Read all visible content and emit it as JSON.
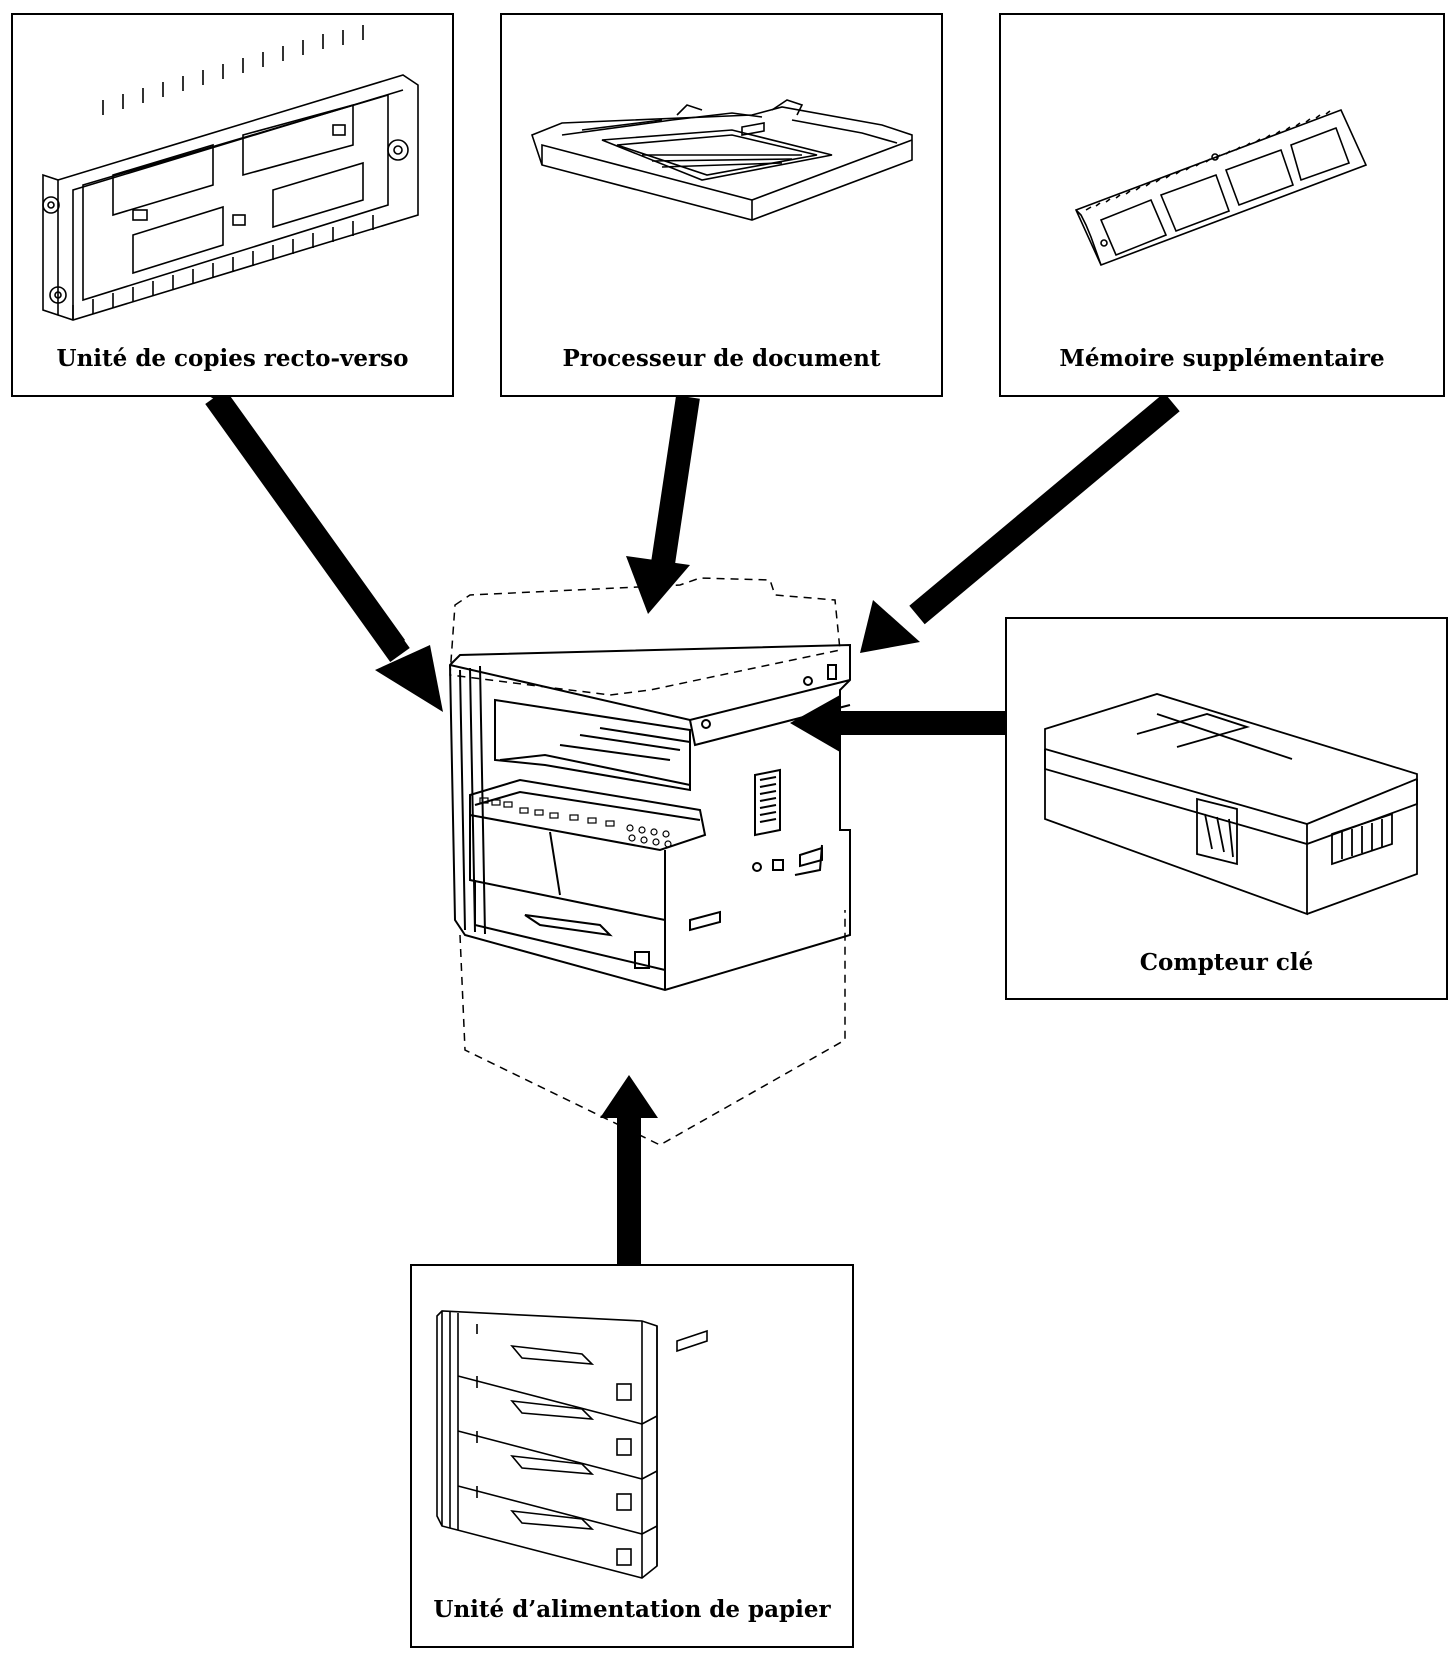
{
  "panels": {
    "duplex": {
      "caption": "Unité de copies recto-verso",
      "icon": "duplex-unit-icon"
    },
    "document_processor": {
      "caption": "Processeur de document",
      "icon": "document-processor-icon"
    },
    "memory": {
      "caption": "Mémoire supplémentaire",
      "icon": "memory-module-icon"
    },
    "key_counter": {
      "caption": "Compteur clé",
      "icon": "key-counter-icon"
    },
    "paper_feeder": {
      "caption": "Unité d’alimentation de papier",
      "icon": "paper-feeder-icon"
    }
  },
  "center": {
    "icon": "copier-icon"
  },
  "arrows": [
    "arrow-from-duplex",
    "arrow-from-document-processor",
    "arrow-from-memory",
    "arrow-from-key-counter",
    "arrow-from-paper-feeder"
  ],
  "colors": {
    "line": "#000000",
    "background": "#ffffff"
  }
}
